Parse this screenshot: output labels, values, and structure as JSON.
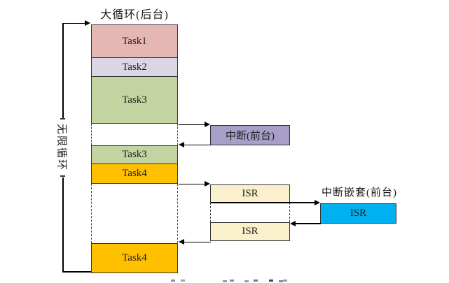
{
  "title": "大循环(后台)",
  "loop_label": "无限循环",
  "background_stack": {
    "tasks": [
      {
        "label": "Task1",
        "color": "#e5b7b3"
      },
      {
        "label": "Task2",
        "color": "#dbd6e6"
      },
      {
        "label": "Task3",
        "color": "#c3d4a0"
      },
      {
        "label": "Task3",
        "color": "#c3d4a0"
      },
      {
        "label": "Task4",
        "color": "#ffc000"
      },
      {
        "label": "Task4",
        "color": "#ffc000"
      }
    ]
  },
  "foreground": {
    "interrupt": {
      "label": "中断(前台)",
      "color": "#a79fc8"
    },
    "isr_boxes": [
      {
        "label": "ISR",
        "color": "#fbf0cc"
      },
      {
        "label": "ISR",
        "color": "#fbf0cc"
      }
    ],
    "nested": {
      "heading": "中断嵌套(前台)",
      "isr": {
        "label": "ISR",
        "color": "#00b0f0"
      }
    }
  },
  "line_color": "#000000"
}
